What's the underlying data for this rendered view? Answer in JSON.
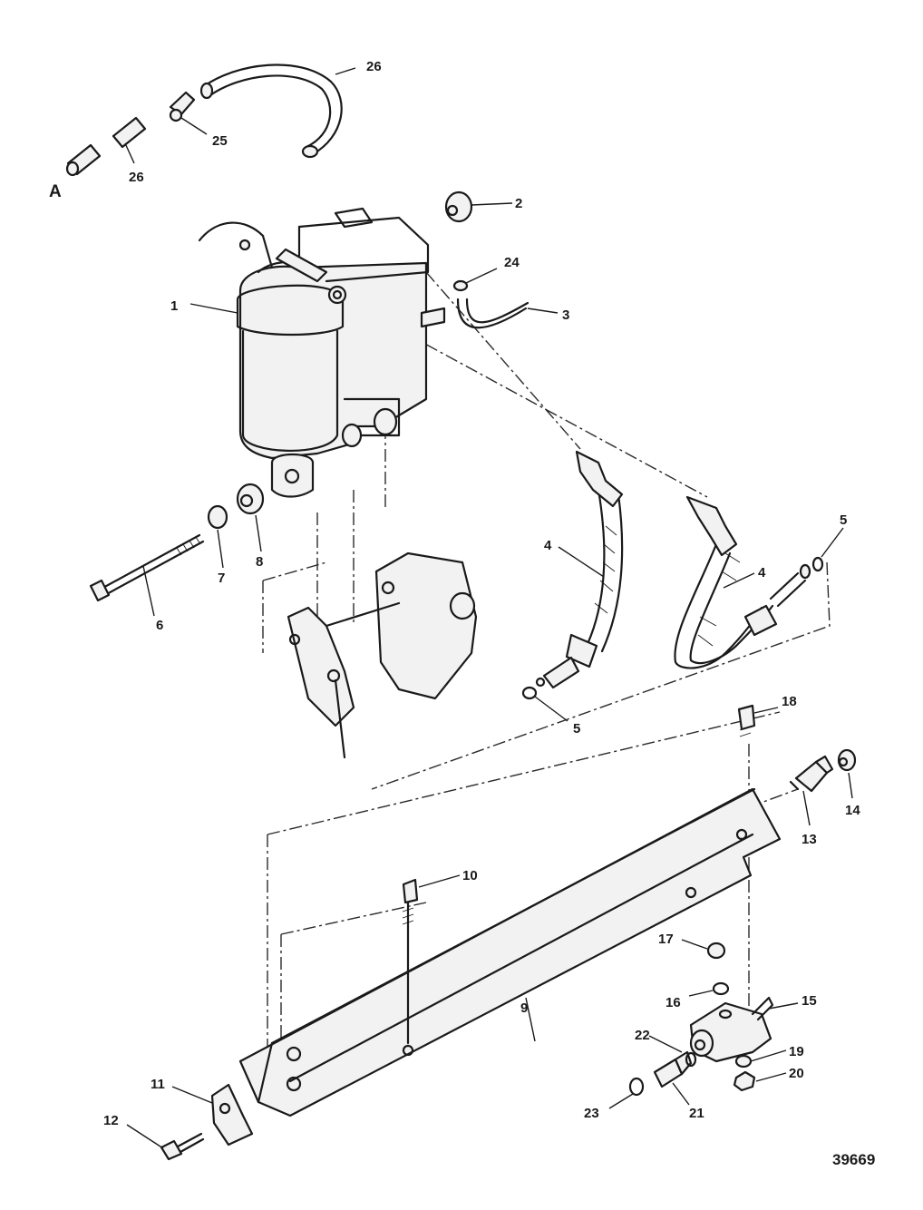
{
  "view_label": "A",
  "figure_number": "39669",
  "callouts": {
    "c1": "1",
    "c2": "2",
    "c3": "3",
    "c4a": "4",
    "c4b": "4",
    "c5a": "5",
    "c5b": "5",
    "c6": "6",
    "c7": "7",
    "c8": "8",
    "c9": "9",
    "c10": "10",
    "c11": "11",
    "c12": "12",
    "c13": "13",
    "c14": "14",
    "c15": "15",
    "c16": "16",
    "c17": "17",
    "c18": "18",
    "c19": "19",
    "c20": "20",
    "c21": "21",
    "c22": "22",
    "c23": "23",
    "c24": "24",
    "c25": "25",
    "c26a": "26",
    "c26b": "26"
  }
}
